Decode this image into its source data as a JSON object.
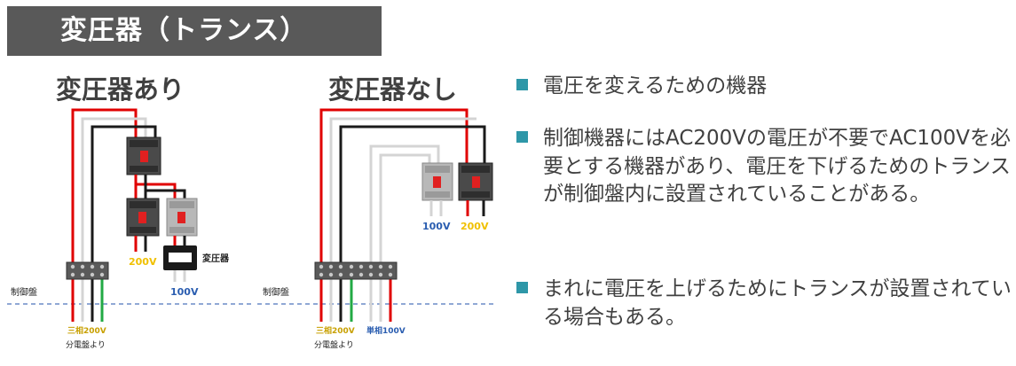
{
  "title": "変圧器（トランス）",
  "left_diagram": {
    "title": "変圧器あり",
    "label_200v": "200V",
    "label_100v": "100V",
    "label_transformer": "変圧器",
    "label_panel": "制御盤",
    "label_three_phase": "三相200V",
    "label_source": "分電盤より"
  },
  "right_diagram": {
    "title": "変圧器なし",
    "label_100v": "100V",
    "label_200v": "200V",
    "label_panel": "制御盤",
    "label_three_phase": "三相200V",
    "label_single_phase": "単相100V",
    "label_source": "分電盤より"
  },
  "bullets": [
    "電圧を変えるための機器",
    "制御機器にはAC200Vの電圧が不要でAC100Vを必要とする機器があり、電圧を下げるためのトランスが制御盤内に設置されていることがある。",
    "まれに電圧を上げるためにトランスが設置されている場合もある。"
  ],
  "colors": {
    "title_bar": "#595959",
    "bullet_marker": "#2e97a8",
    "wire_red": "#e00000",
    "wire_black": "#1a1a1a",
    "wire_gray": "#d4d4d4",
    "wire_green": "#22aa44",
    "label_200v": "#f0c000",
    "label_100v": "#2a5db0",
    "panel_line": "#6c8cc7"
  }
}
